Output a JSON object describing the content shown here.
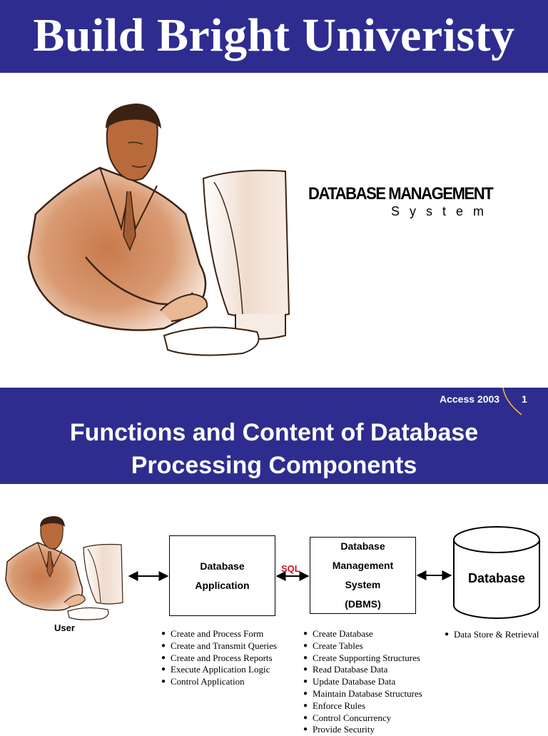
{
  "slide1": {
    "university_title": "Build Bright Univeristy",
    "heading": "DATABASE MANAGEMENT",
    "subheading": "System"
  },
  "slide2": {
    "footer_label": "Access 2003",
    "page_number": "1",
    "title_line1": "Functions and Content of Database",
    "title_line2": "Processing Components",
    "user_label": "User",
    "app_box": {
      "line1": "Database",
      "line2": "Application"
    },
    "sql_label": "SQL",
    "dbms_box": {
      "line1": "Database",
      "line2": "Management",
      "line3": "System",
      "line4": "(DBMS)"
    },
    "database_label": "Database",
    "app_functions": [
      "Create and Process Form",
      "Create and Transmit Queries",
      "Create and Process Reports",
      "Execute Application Logic",
      "Control Application"
    ],
    "dbms_functions": [
      "Create Database",
      "Create Tables",
      "Create Supporting Structures",
      "Read Database Data",
      "Update Database Data",
      "Maintain Database Structures",
      "Enforce Rules",
      "Control Concurrency",
      "Provide Security"
    ],
    "db_functions": [
      "Data Store & Retrieval"
    ]
  },
  "colors": {
    "banner": "#2e2d8f",
    "skin": "#c87a4c",
    "sql_red": "#d0161d"
  }
}
